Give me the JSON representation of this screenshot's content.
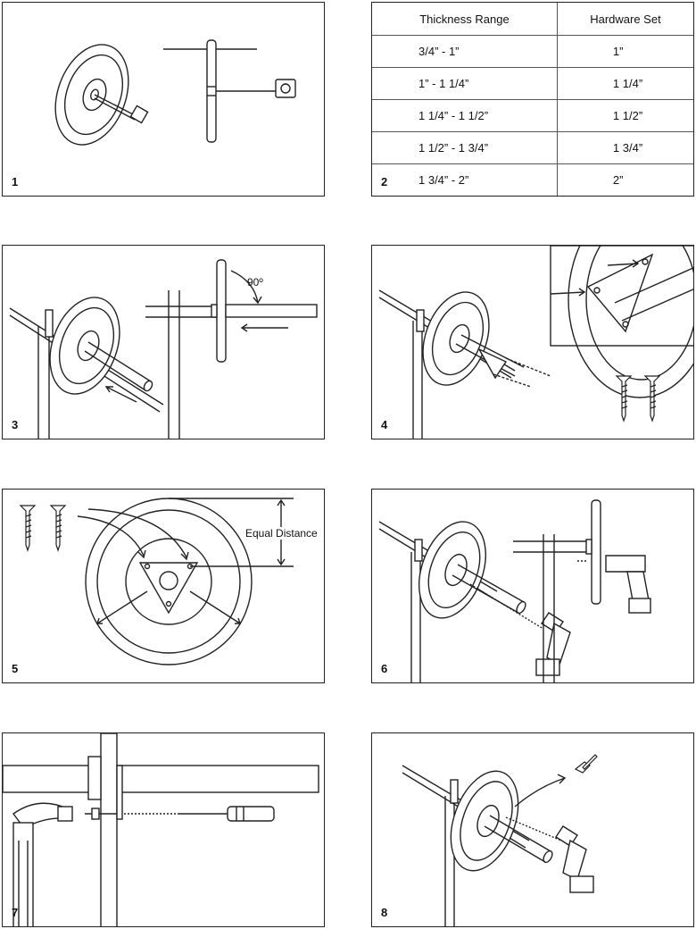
{
  "steps": [
    {
      "number": "1"
    },
    {
      "number": "2"
    },
    {
      "number": "3",
      "angle_label": "90º"
    },
    {
      "number": "4"
    },
    {
      "number": "5",
      "callout": "Equal Distance"
    },
    {
      "number": "6"
    },
    {
      "number": "7"
    },
    {
      "number": "8"
    }
  ],
  "hardware_table": {
    "headers": [
      "Thickness Range",
      "Hardware Set"
    ],
    "rows": [
      [
        "3/4” - 1”",
        "1”"
      ],
      [
        "1” - 1 1/4”",
        "1 1/4”"
      ],
      [
        "1 1/4” - 1 1/2”",
        "1 1/2”"
      ],
      [
        "1 1/2” - 1 3/4”",
        "1 3/4”"
      ],
      [
        "1 3/4” - 2”",
        "2”"
      ]
    ]
  }
}
